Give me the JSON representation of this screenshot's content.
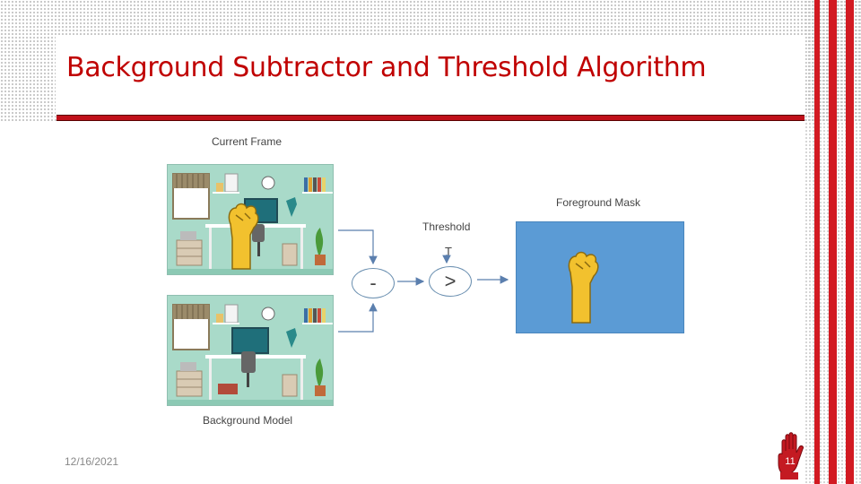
{
  "slide": {
    "title": "Background Subtractor and Threshold Algorithm",
    "date": "12/16/2021",
    "page_number": "11"
  },
  "diagram": {
    "current_frame_label": "Current Frame",
    "background_model_label": "Background Model",
    "threshold_label": "Threshold",
    "threshold_symbol": "T",
    "subtract_symbol": "-",
    "compare_symbol": ">",
    "foreground_mask_label": "Foreground Mask"
  },
  "colors": {
    "accent_red": "#d21a22",
    "title_red": "#c00000",
    "room_wall": "#a9dac9",
    "mask_blue": "#5b9bd5",
    "hand_yellow": "#f2c12e"
  }
}
